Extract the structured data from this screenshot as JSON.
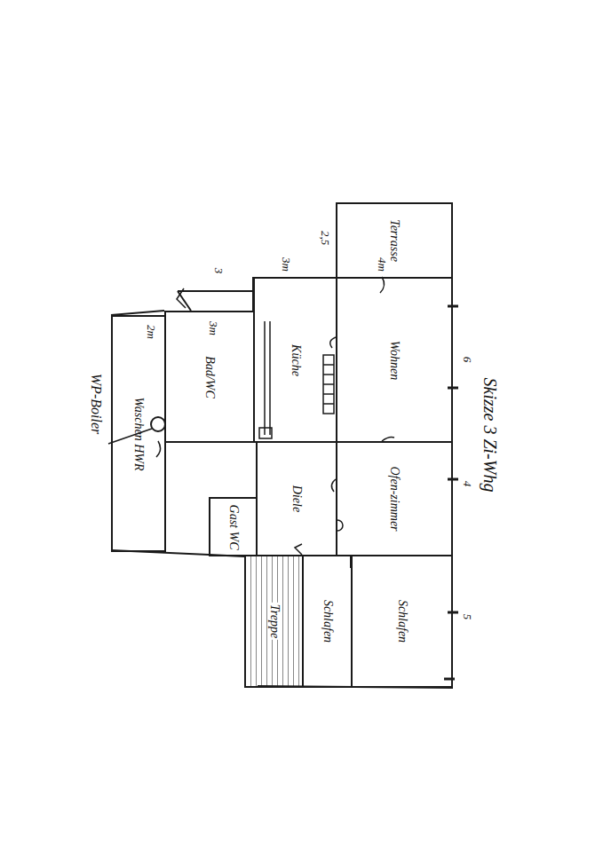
{
  "diagram": {
    "title": "Skizze 3 Zi-Whg",
    "nodes": [
      {
        "text": [
          "Terrasse"
        ]
      },
      {
        "text": [
          "Wohnen"
        ]
      },
      {
        "text": [
          "Küche"
        ]
      },
      {
        "text": [
          "Bad/WC"
        ]
      },
      {
        "text": [
          "Waschen HWR"
        ]
      },
      {
        "text": [
          "Diele"
        ]
      },
      {
        "text": [
          "Ofen-zimmer"
        ]
      },
      {
        "text": [
          "Gast WC"
        ]
      },
      {
        "text": [
          "Treppe"
        ]
      },
      {
        "text": [
          "Schlafen"
        ]
      },
      {
        "text": [
          "Schlafen"
        ]
      }
    ],
    "labels": [
      "2,5",
      "3m",
      "3",
      "4m",
      "6",
      "4",
      "5",
      "3m",
      "2m",
      "WP-Boiler"
    ]
  }
}
